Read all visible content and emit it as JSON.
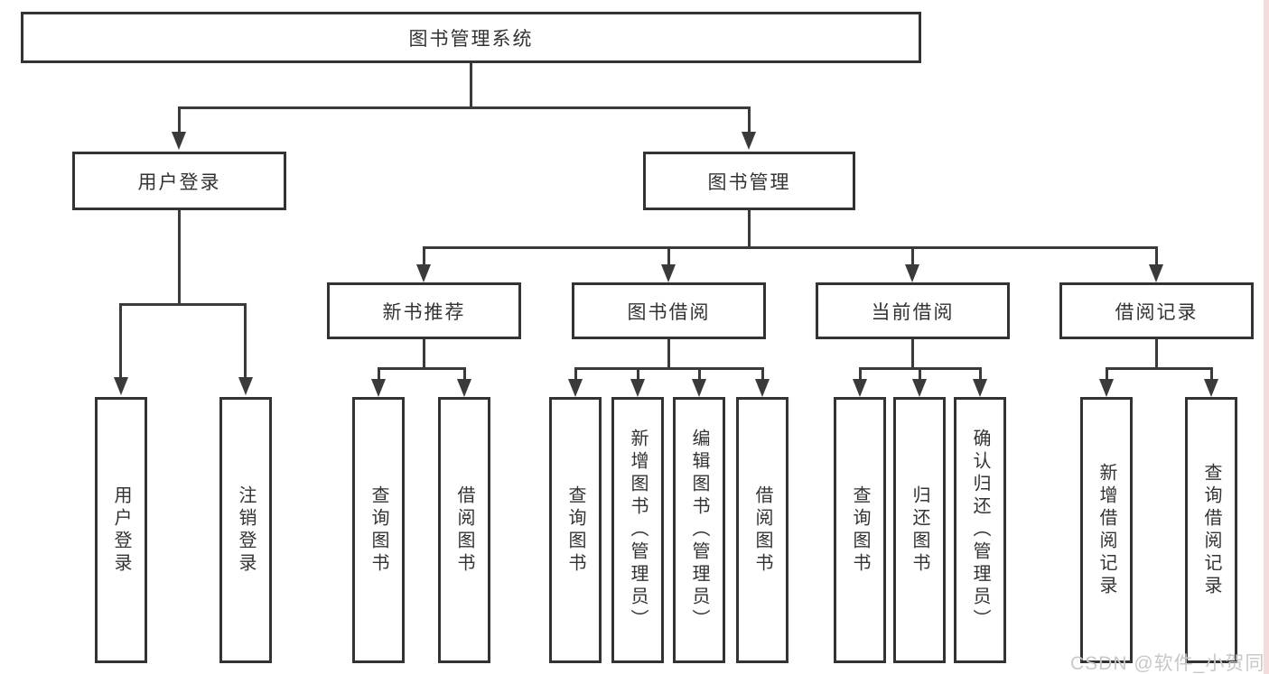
{
  "tree": {
    "root": "图书管理系统",
    "level2": [
      "用户登录",
      "图书管理"
    ],
    "level3": [
      "新书推荐",
      "图书借阅",
      "当前借阅",
      "借阅记录"
    ],
    "leaves": {
      "user_login": [
        "用户登录",
        "注销登录"
      ],
      "new_book_rec": [
        "查询图书",
        "借阅图书"
      ],
      "book_borrow": [
        "查询图书",
        "新增图书（管理员）",
        "编辑图书（管理员）",
        "借阅图书"
      ],
      "current_borrow": [
        "查询图书",
        "归还图书",
        "确认归还（管理员）"
      ],
      "borrow_records": [
        "新增借阅记录",
        "查询借阅记录"
      ]
    }
  },
  "watermark": {
    "text": "CSDN @软件_小贺同学",
    "color": "#c8c8c8"
  },
  "colors": {
    "line": "#3a3a3a",
    "box_border": "#333333",
    "text": "#333333",
    "background": "#ffffff",
    "right_edge_strip": "#f6dbdb"
  }
}
